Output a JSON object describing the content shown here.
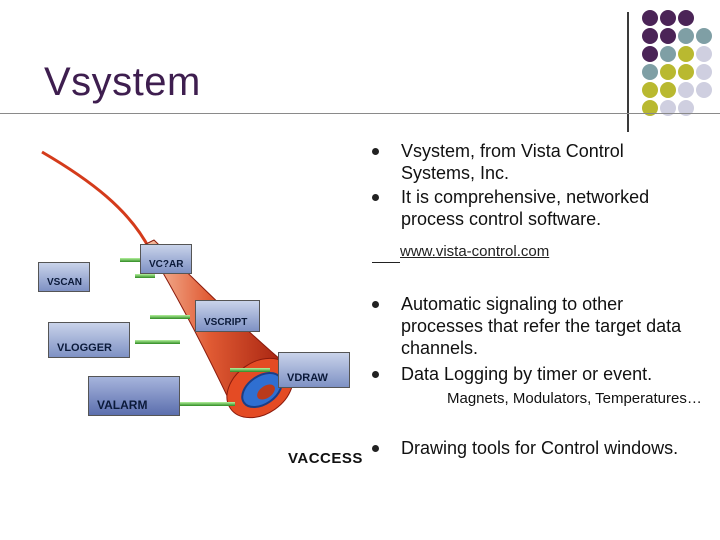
{
  "slide": {
    "title": "Vsystem",
    "bullets": [
      {
        "text": "Vsystem, from Vista Control Systems, Inc."
      },
      {
        "text": "It is comprehensive, networked process control software."
      },
      {
        "text": "Automatic signaling to other processes that refer the target data channels."
      },
      {
        "text": "Data Logging by timer or event."
      },
      {
        "text": "Drawing tools for Control windows."
      }
    ],
    "link_text": "www.vista-control.com",
    "sub_bullet": "Magnets, Modulators, Temperatures…"
  },
  "graphic": {
    "modules": {
      "vscan": "VSCAN",
      "vcar": "VC?AR",
      "vlogger": "VLOGGER",
      "vscript": "VSCRIPT",
      "vdraw": "VDRAW",
      "valarm": "VALARM",
      "vaccess": "VACCESS"
    }
  },
  "colors": {
    "title": "#3e1e4f",
    "dot_purple": "#4b2457",
    "dot_teal": "#7f9fa5",
    "dot_olive": "#b9b930",
    "dot_lavender": "#cfcfe0",
    "tube_red": "#d23a1c",
    "tube_inner_blue": "#2f6fd1",
    "connector_green": "#2f8a23"
  }
}
